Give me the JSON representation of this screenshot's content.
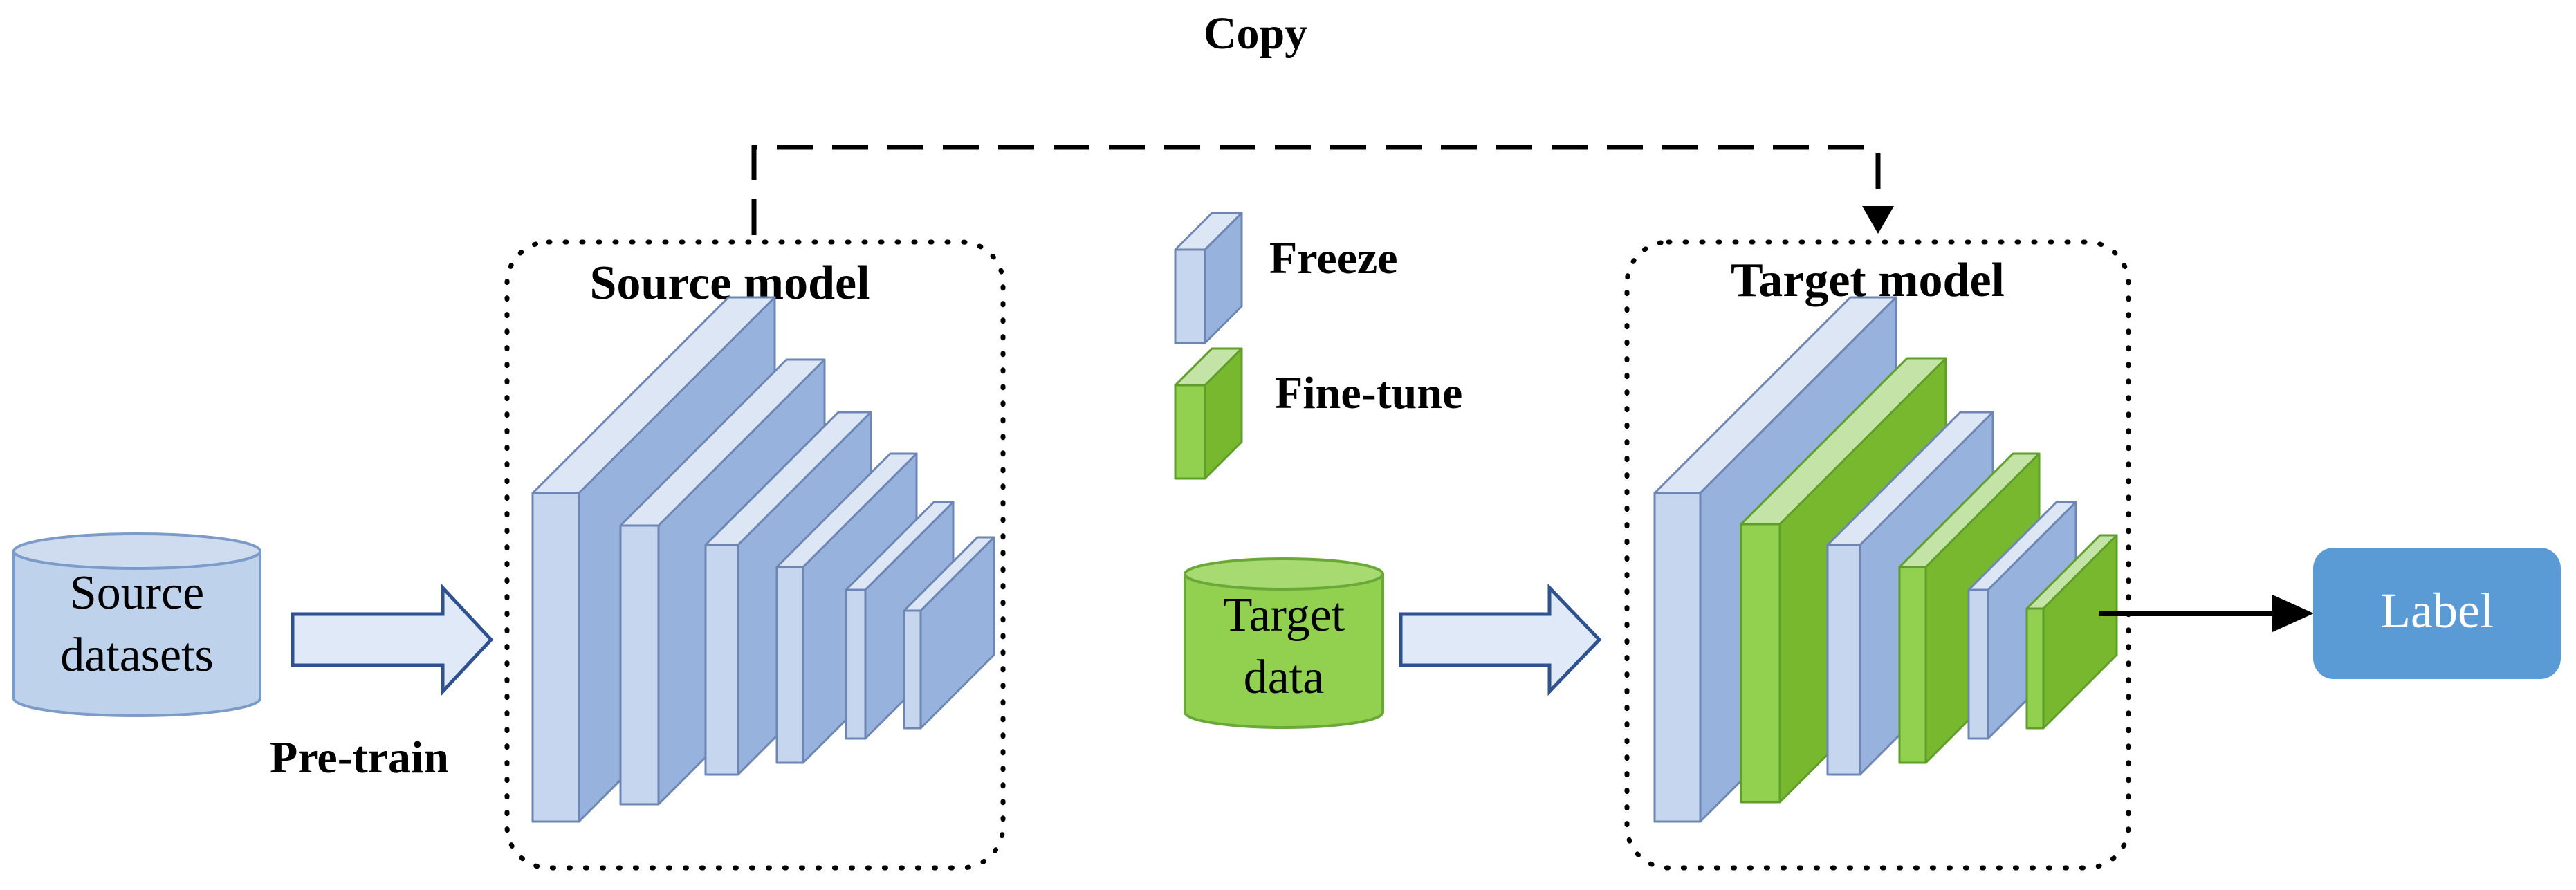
{
  "copy_label": "Copy",
  "source_box": {
    "title": "Source model"
  },
  "target_box": {
    "title": "Target model"
  },
  "legend": {
    "freeze_label": "Freeze",
    "finetune_label": "Fine-tune"
  },
  "source_datasets": {
    "line1": "Source",
    "line2": "datasets"
  },
  "target_data": {
    "line1": "Target",
    "line2": "data"
  },
  "pretrain_label": "Pre-train",
  "output_label": "Label",
  "colors": {
    "freeze_front": "#c5d6ee",
    "freeze_side": "#96b2dd",
    "freeze_top": "#dce6f5",
    "finetune_front": "#92d050",
    "finetune_side": "#77b82f",
    "finetune_top": "#c4e3a6",
    "outline": "#6d86b4",
    "finetune_outline": "#5f9e2a",
    "source_cylinder": "#bfd2ec",
    "target_cylinder": "#92d050",
    "hollow_arrow_fill": "#dfe9f7",
    "hollow_arrow_stroke": "#2f528f",
    "label_box": "#5b9bd5"
  }
}
